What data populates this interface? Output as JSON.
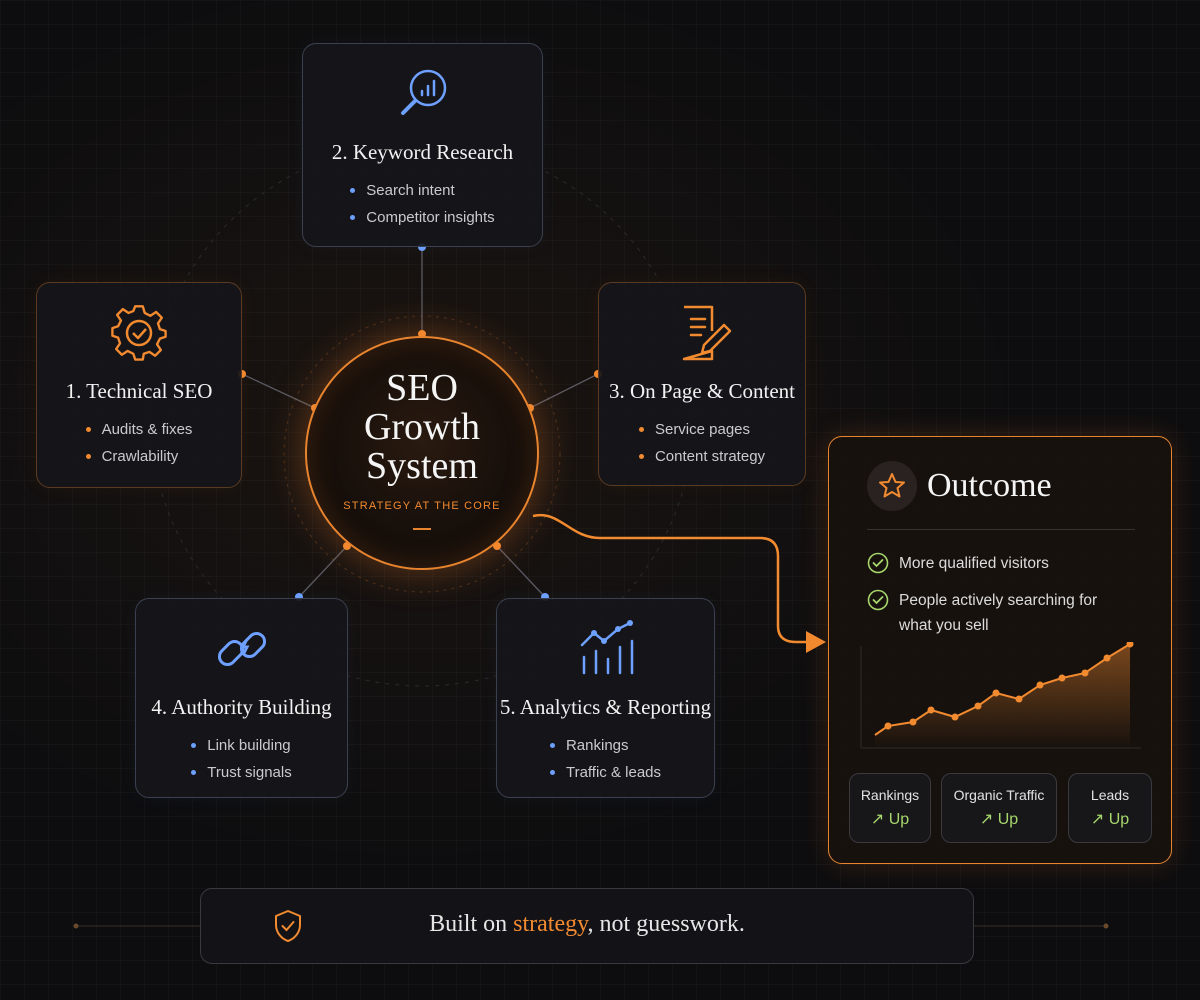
{
  "hub": {
    "title": "SEO\nGrowth\nSystem",
    "subtitle": "STRATEGY AT THE CORE"
  },
  "pillars": [
    {
      "title": "1. Technical SEO",
      "icon": "gear-check-icon",
      "bullets": [
        "Audits & fixes",
        "Crawlability"
      ]
    },
    {
      "title": "2. Keyword Research",
      "icon": "magnifier-chart-icon",
      "bullets": [
        "Search intent",
        "Competitor insights"
      ]
    },
    {
      "title": "3. On Page & Content",
      "icon": "document-pencil-icon",
      "bullets": [
        "Service pages",
        "Content strategy"
      ]
    },
    {
      "title": "4. Authority Building",
      "icon": "chain-link-icon",
      "bullets": [
        "Link building",
        "Trust signals"
      ]
    },
    {
      "title": "5. Analytics & Reporting",
      "icon": "trend-chart-icon",
      "bullets": [
        "Rankings",
        "Traffic & leads"
      ]
    }
  ],
  "outcome": {
    "title": "Outcome",
    "icon": "star-icon",
    "checks": [
      "More qualified visitors",
      "People actively searching for what you sell"
    ],
    "metrics": [
      {
        "label": "Rankings",
        "value": "↗ Up"
      },
      {
        "label": "Organic Traffic",
        "value": "↗ Up"
      },
      {
        "label": "Leads",
        "value": "↗ Up"
      }
    ]
  },
  "footer": {
    "prefix": "Built on ",
    "accent": "strategy",
    "suffix": ", not guesswork."
  },
  "colors": {
    "accent": "#f28a30",
    "blue": "#6ea0ff",
    "positive": "#a6d66c",
    "background": "#0d0d0f"
  }
}
